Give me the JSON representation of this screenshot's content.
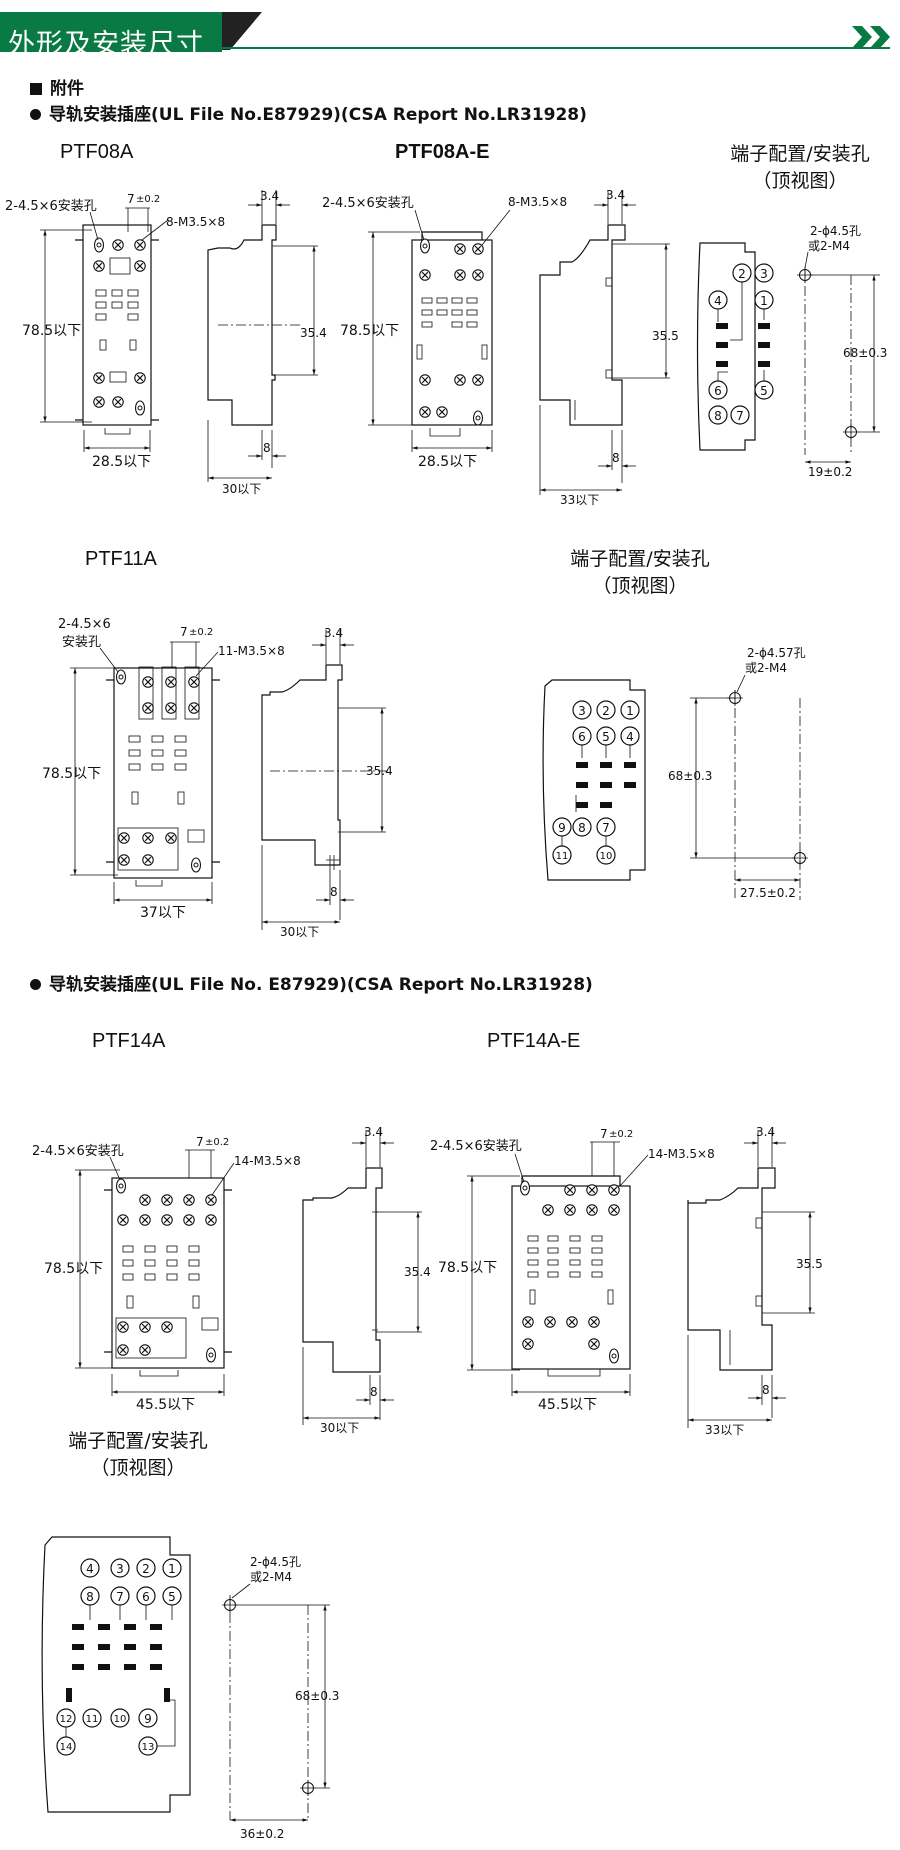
{
  "header": {
    "title": "外形及安装尺寸",
    "color": "#0a7a45"
  },
  "section": {
    "accessories": "附件"
  },
  "groups": {
    "g1": "导轨安装插座(UL File No.E87929)(CSA Report No.LR31928)",
    "g2": "导轨安装插座(UL File No. E87929)(CSA Report No.LR31928)"
  },
  "models": {
    "ptf08a": "PTF08A",
    "ptf08ae": "PTF08A-E",
    "ptf11a": "PTF11A",
    "ptf14a": "PTF14A",
    "ptf14ae": "PTF14A-E"
  },
  "terminal_title": {
    "line1": "端子配置/安装孔",
    "line2": "（顶视图）"
  },
  "dims": {
    "hole_4_5x6": "2-4.5×6安装孔",
    "hole_4_5x6_a": "2-4.5×6",
    "hole_a": "安装孔",
    "pitch": "7",
    "pitch_tol": "±0.2",
    "screw8": "8-M3.5×8",
    "screw11": "11-M3.5×8",
    "screw14": "14-M3.5×8",
    "h78": "78.5以下",
    "w28": "28.5以下",
    "w37": "37以下",
    "w45": "45.5以下",
    "t34": "3.4",
    "d354": "35.4",
    "d355": "35.5",
    "d8": "8",
    "d30": "30以下",
    "d33": "33以下",
    "mh45": "2-ϕ4.5孔",
    "mh457": "2-ϕ4.57孔",
    "orm4": "或2-M4",
    "p68": "68±0.3",
    "p19": "19±0.2",
    "p275": "27.5±0.2",
    "p36": "36±0.2"
  },
  "term8": {
    "t1": "1",
    "t2": "2",
    "t3": "3",
    "t4": "4",
    "t5": "5",
    "t6": "6",
    "t7": "7",
    "t8": "8"
  },
  "term11": {
    "t1": "1",
    "t2": "2",
    "t3": "3",
    "t4": "4",
    "t5": "5",
    "t6": "6",
    "t7": "7",
    "t8": "8",
    "t9": "9",
    "t10": "10",
    "t11": "11"
  },
  "term14": {
    "t1": "1",
    "t2": "2",
    "t3": "3",
    "t4": "4",
    "t5": "5",
    "t6": "6",
    "t7": "7",
    "t8": "8",
    "t9": "9",
    "t10": "10",
    "t11": "11",
    "t12": "12",
    "t13": "13",
    "t14": "14"
  }
}
